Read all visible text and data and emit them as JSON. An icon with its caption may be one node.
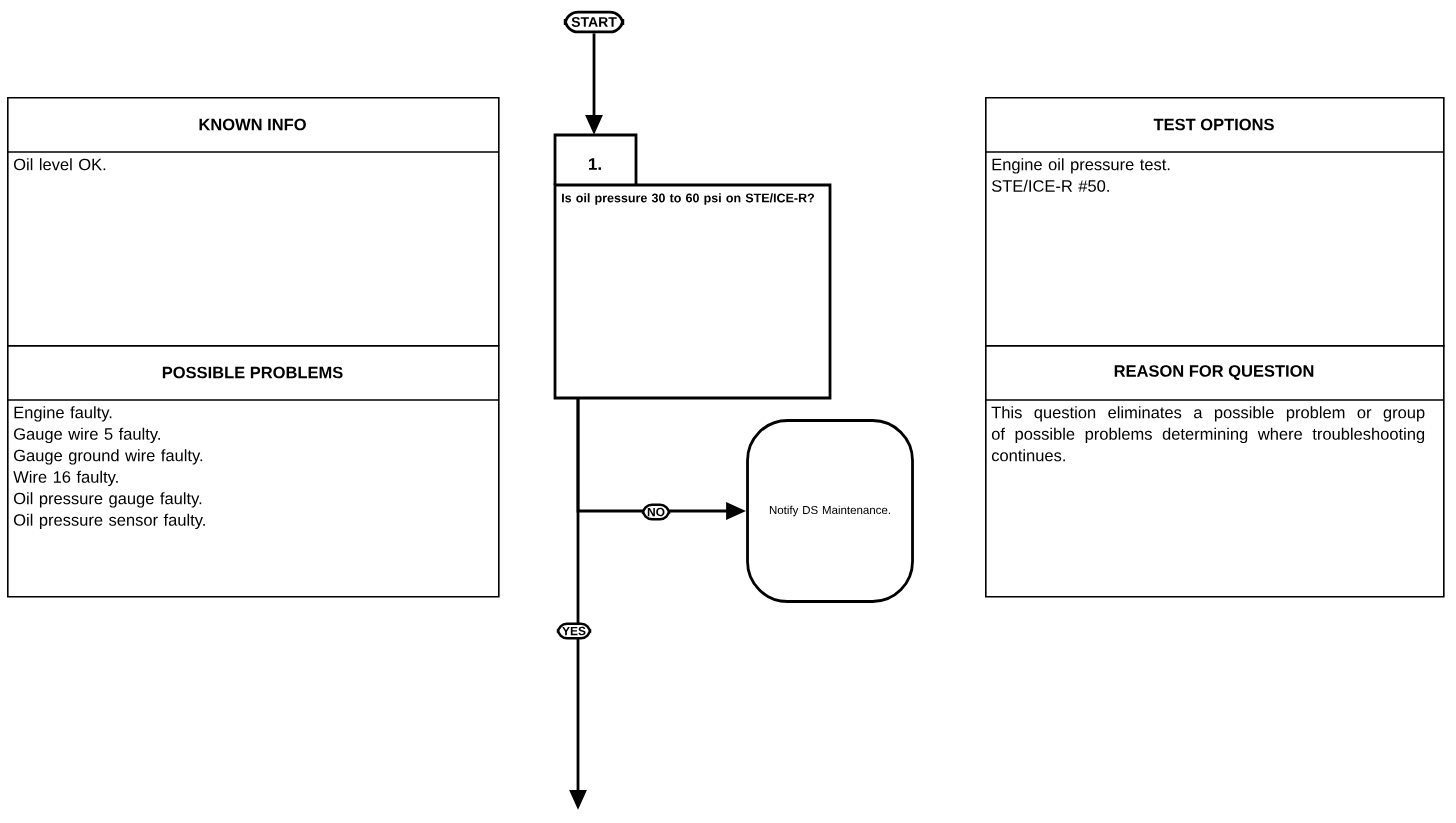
{
  "diagram": {
    "nodes": [
      {
        "text": [
          "START"
        ]
      },
      {
        "text": [
          "1.",
          "Is oil pressure 30 to 60 psi on STE/ICE-R?"
        ]
      },
      {
        "text": [
          "Notify DS Maintenance."
        ]
      },
      {
        "text": [
          "KNOWN INFO",
          "Oil level OK."
        ]
      },
      {
        "text": [
          "POSSIBLE PROBLEMS",
          "Engine faulty.",
          "Gauge wire 5 faulty.",
          "Gauge ground wire faulty.",
          "Wire 16 faulty.",
          "Oil pressure gauge faulty.",
          "Oil pressure sensor faulty."
        ]
      },
      {
        "text": [
          "TEST OPTIONS",
          "Engine oil pressure test.",
          "STE/ICE-R #50."
        ]
      },
      {
        "text": [
          "REASON FOR QUESTION",
          "This question eliminates a possible problem or group of possible problems determining where troubleshooting continues."
        ]
      }
    ],
    "edges": [
      {
        "from": 0,
        "to": 1,
        "arrow": "to"
      },
      {
        "from": 1,
        "to": 2,
        "arrow": "to",
        "label": "NO"
      },
      {
        "from": 1,
        "to": null,
        "arrow": "to",
        "label": "YES"
      }
    ]
  }
}
